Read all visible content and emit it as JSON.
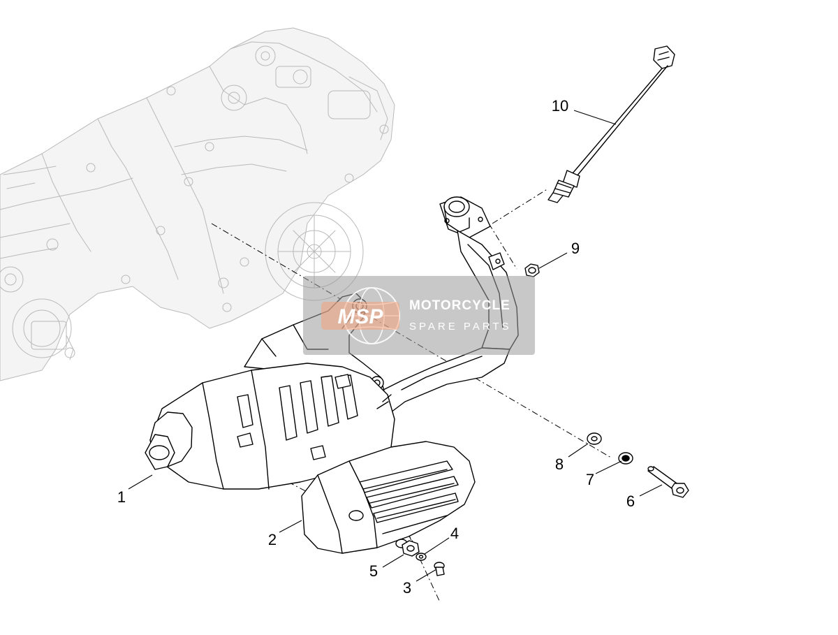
{
  "diagram": {
    "parts": [
      {
        "number": "1"
      },
      {
        "number": "2"
      },
      {
        "number": "3"
      },
      {
        "number": "4"
      },
      {
        "number": "5"
      },
      {
        "number": "6"
      },
      {
        "number": "7"
      },
      {
        "number": "8"
      },
      {
        "number": "9"
      },
      {
        "number": "10"
      }
    ]
  },
  "watermark": {
    "logo": "MSP",
    "brand": "MOTORCYCLE",
    "tagline": "SPARE PARTS",
    "colors": {
      "logo": "#f3a27a",
      "band": "#9a9a9a"
    }
  }
}
